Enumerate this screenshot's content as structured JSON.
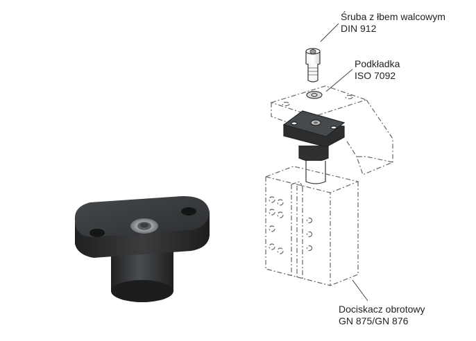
{
  "labels": {
    "screw": {
      "line1": "Śruba z łbem walcowym",
      "line2": "DIN 912"
    },
    "washer": {
      "line1": "Podkładka",
      "line2": "ISO 7092"
    },
    "clamp": {
      "line1": "Dociskacz obrotowy",
      "line2": "GN 875/GN 876"
    }
  },
  "colors": {
    "part_body": "#2f3133",
    "part_top": "#3a3c3e",
    "part_highlight": "#55585b",
    "line": "#333333",
    "dash": "#8a8a8a",
    "text": "#222222"
  }
}
